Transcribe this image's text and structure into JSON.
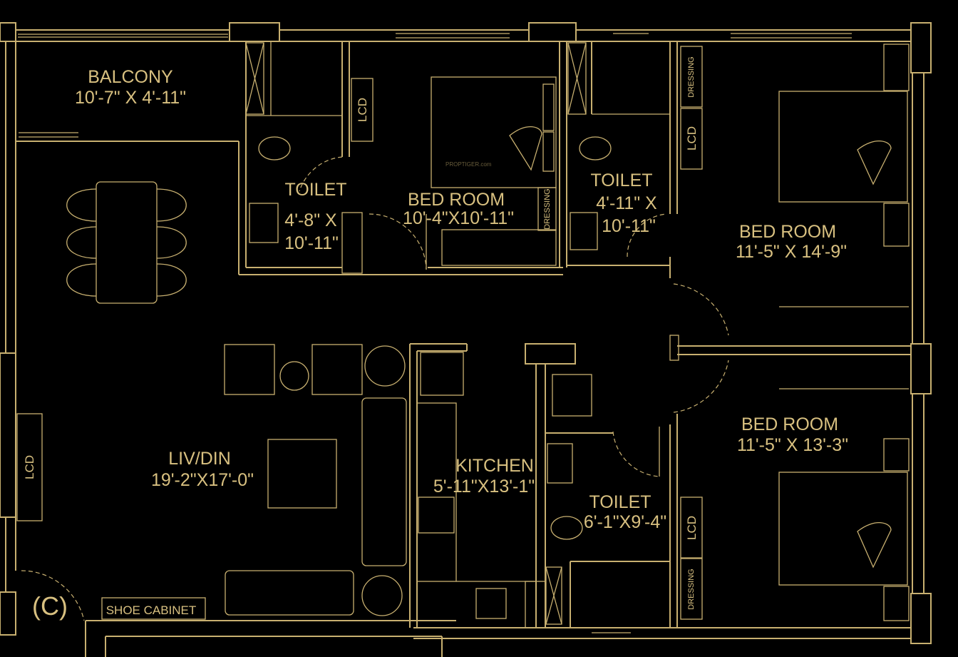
{
  "rooms": {
    "balcony": {
      "name": "BALCONY",
      "size": "10'-7\" X 4'-11\""
    },
    "toilet1": {
      "name": "TOILET",
      "size1": "4'-8\" X",
      "size2": "10'-11\""
    },
    "bedroom1": {
      "name": "BED ROOM",
      "size": "10'-4\"X10'-11\""
    },
    "toilet2": {
      "name": "TOILET",
      "size1": "4'-11\" X",
      "size2": "10'-11\""
    },
    "bedroom2": {
      "name": "BED ROOM",
      "size": "11'-5\" X 14'-9\""
    },
    "bedroom3": {
      "name": "BED ROOM",
      "size": "11'-5\" X 13'-3\""
    },
    "livdin": {
      "name": "LIV/DIN",
      "size": "19'-2\"X17'-0\""
    },
    "kitchen": {
      "name": "KITCHEN",
      "size": "5'-11\"X13'-1\""
    },
    "toilet3": {
      "name": "TOILET",
      "size": "6'-1\"X9'-4\""
    }
  },
  "fixtures": {
    "lcd": "LCD",
    "dressing": "DRESSING",
    "shoe_cabinet": "SHOE CABINET",
    "unit_marker": "(C)",
    "watermark": "PROPTIGER.com"
  },
  "colors": {
    "line": "#c8b070",
    "text": "#d8c080",
    "background": "#000000"
  }
}
